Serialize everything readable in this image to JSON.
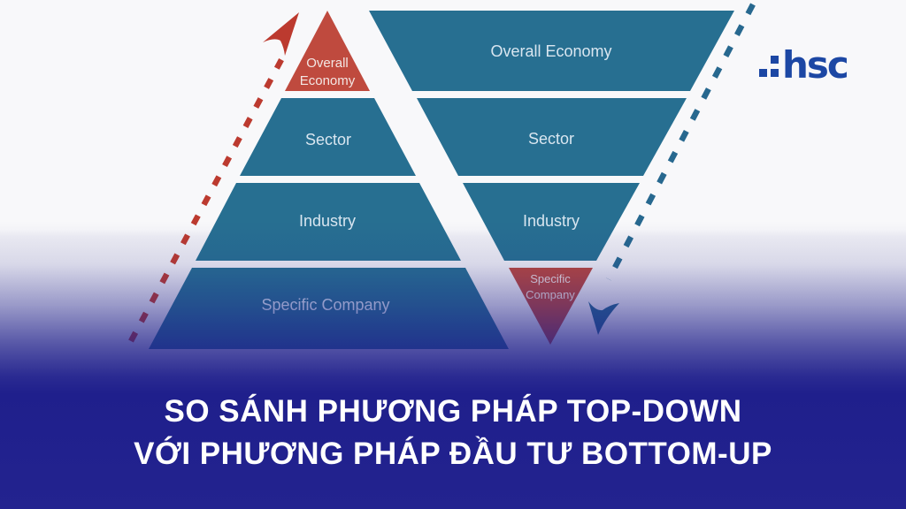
{
  "title": {
    "line1": "SO SÁNH PHƯƠNG PHÁP TOP-DOWN",
    "line2": "VỚI PHƯƠNG PHÁP ĐẦU TƯ BOTTOM-UP"
  },
  "logo": {
    "mark": ".:",
    "text": "hsc",
    "color": "#1c47a4"
  },
  "diagram": {
    "left_pyramid": {
      "orientation": "upright",
      "levels": [
        {
          "label": "Overall Economy",
          "lines": [
            "Overall",
            "Economy"
          ],
          "color": "#bf4a3e"
        },
        {
          "label": "Sector",
          "color": "#276f91"
        },
        {
          "label": "Industry",
          "color": "#276f91"
        },
        {
          "label": "Specific Company",
          "color": "#276f91"
        }
      ]
    },
    "right_pyramid": {
      "orientation": "inverted",
      "levels": [
        {
          "label": "Overall Economy",
          "color": "#276f91"
        },
        {
          "label": "Sector",
          "color": "#276f91"
        },
        {
          "label": "Industry",
          "color": "#276f91"
        },
        {
          "label": "Specific Company",
          "lines": [
            "Specific",
            "Company"
          ],
          "color": "#b8473e"
        }
      ]
    },
    "up_arrow_color": "#bc3a2f",
    "down_arrow_color": "#27688f",
    "background_bottom_color": "#1f1f8c"
  }
}
